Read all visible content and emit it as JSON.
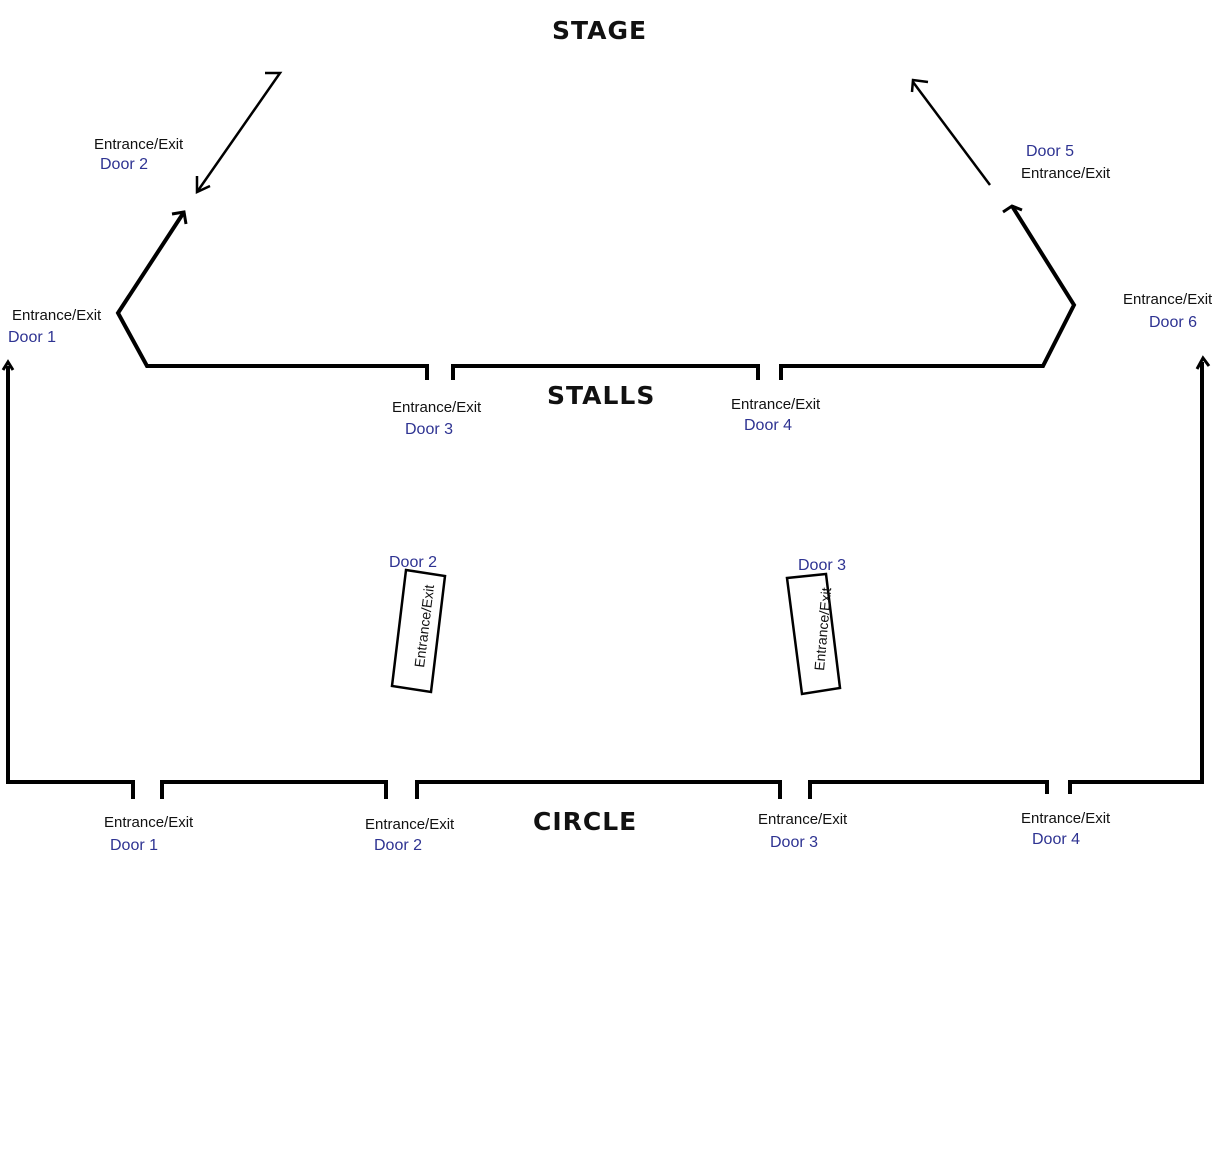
{
  "areas": {
    "stage": "STAGE",
    "stalls": "STALLS",
    "circle": "CIRCLE"
  },
  "stage_doors": [
    {
      "label": "Entrance/Exit",
      "door": "Door 2"
    },
    {
      "label": "Entrance/Exit",
      "door": "Door 5"
    }
  ],
  "stalls_doors": [
    {
      "label": "Entrance/Exit",
      "door": "Door 1"
    },
    {
      "label": "Entrance/Exit",
      "door": "Door 3"
    },
    {
      "label": "Entrance/Exit",
      "door": "Door 4"
    },
    {
      "label": "Entrance/Exit",
      "door": "Door 6"
    }
  ],
  "inner_doors": [
    {
      "label": "Entrance/Exit",
      "door": "Door 2"
    },
    {
      "label": "Entrance/Exit",
      "door": "Door 3"
    }
  ],
  "circle_doors": [
    {
      "label": "Entrance/Exit",
      "door": "Door 1"
    },
    {
      "label": "Entrance/Exit",
      "door": "Door 2"
    },
    {
      "label": "Entrance/Exit",
      "door": "Door 3"
    },
    {
      "label": "Entrance/Exit",
      "door": "Door 4"
    }
  ],
  "colors": {
    "door_text": "#2e3392",
    "walls": "#000000"
  }
}
